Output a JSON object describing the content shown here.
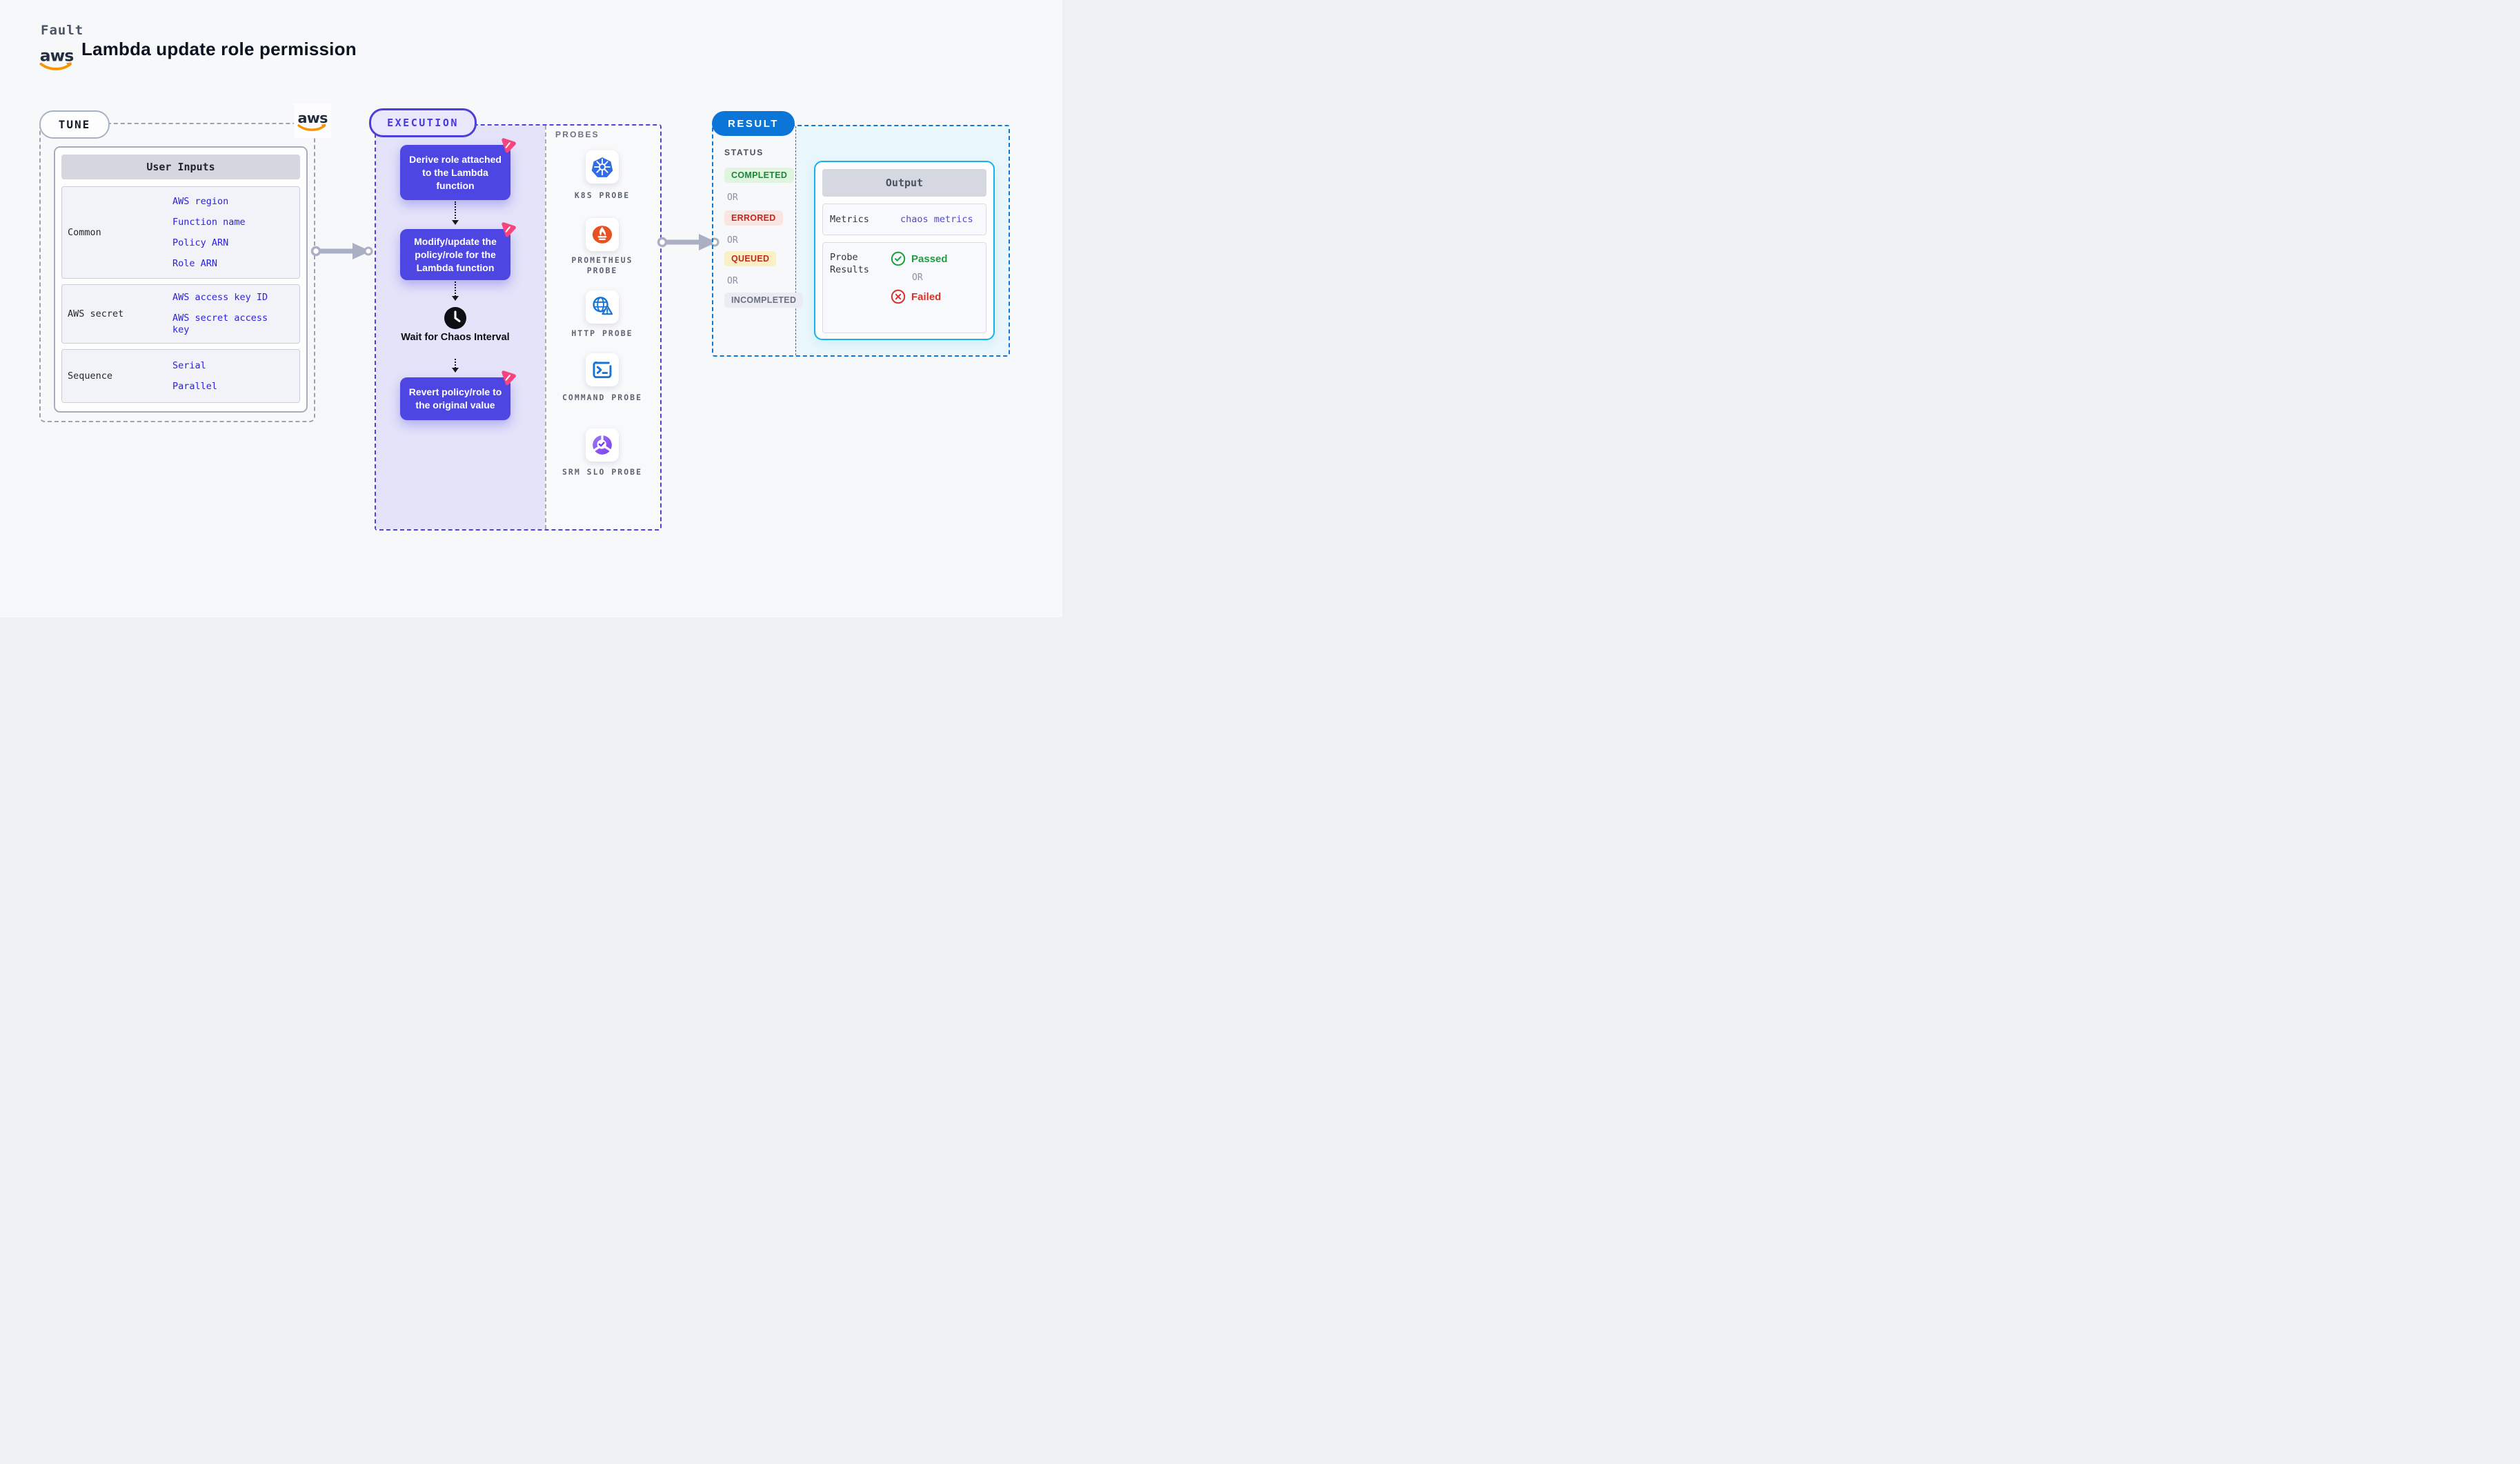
{
  "header": {
    "eyebrow": "Fault",
    "title": "Lambda update role permission"
  },
  "brand": {
    "aws_text": "aws"
  },
  "tune": {
    "label": "TUNE",
    "table_title": "User Inputs",
    "rows": [
      {
        "label": "Common",
        "values": [
          "AWS region",
          "Function name",
          "Policy ARN",
          "Role ARN"
        ]
      },
      {
        "label": "AWS secret",
        "values": [
          "AWS access key ID",
          "AWS secret access key"
        ]
      },
      {
        "label": "Sequence",
        "values": [
          "Serial",
          "Parallel"
        ]
      }
    ]
  },
  "execution": {
    "label": "EXECUTION",
    "step1": "Derive role attached to the Lambda function",
    "step2": "Modify/update the policy/role for the Lambda function",
    "wait": "Wait for Chaos Interval",
    "wait_icon": "clock-icon",
    "step3": "Revert policy/role to the original value",
    "step_badge_icon": "chaos-litmus-badge"
  },
  "probes": {
    "label": "PROBES",
    "items": [
      {
        "name": "K8S PROBE",
        "icon": "kubernetes-icon"
      },
      {
        "name": "PROMETHEUS PROBE",
        "icon": "prometheus-icon"
      },
      {
        "name": "HTTP PROBE",
        "icon": "globe-warning-icon"
      },
      {
        "name": "COMMAND PROBE",
        "icon": "terminal-icon"
      },
      {
        "name": "SRM SLO PROBE",
        "icon": "slo-pie-check-icon"
      }
    ]
  },
  "result": {
    "label": "RESULT",
    "status_label": "STATUS",
    "or": "OR",
    "badges": [
      {
        "text": "COMPLETED",
        "bg": "#DFF5DF",
        "fg": "#178A33"
      },
      {
        "text": "ERRORED",
        "bg": "#FBE5E2",
        "fg": "#C8241B"
      },
      {
        "text": "QUEUED",
        "bg": "#FAF0C5",
        "fg": "#BF2A1D"
      },
      {
        "text": "INCOMPLETED",
        "bg": "#EBECF2",
        "fg": "#6A7183"
      }
    ],
    "output": {
      "title": "Output",
      "metrics_label": "Metrics",
      "metrics_value": "chaos metrics",
      "probe_results_label": "Probe Results",
      "or": "OR",
      "passed": "Passed",
      "passed_icon": "check-circle-icon",
      "failed": "Failed",
      "failed_icon": "x-circle-icon"
    }
  },
  "colors": {
    "page_bg": "#F7F8FA",
    "step_indigo": "#4D46E3",
    "execution_dash": "#4B42E0",
    "execution_fill": "#E4E3F9",
    "result_blue": "#0B76D8",
    "result_fill": "#E9F6FB",
    "output_border": "#14B2E8",
    "link_blue": "#2B23DB",
    "aws_orange": "#F79400",
    "chaos_pink": "#F7437E",
    "tune_dash": "#9BA3B0"
  }
}
